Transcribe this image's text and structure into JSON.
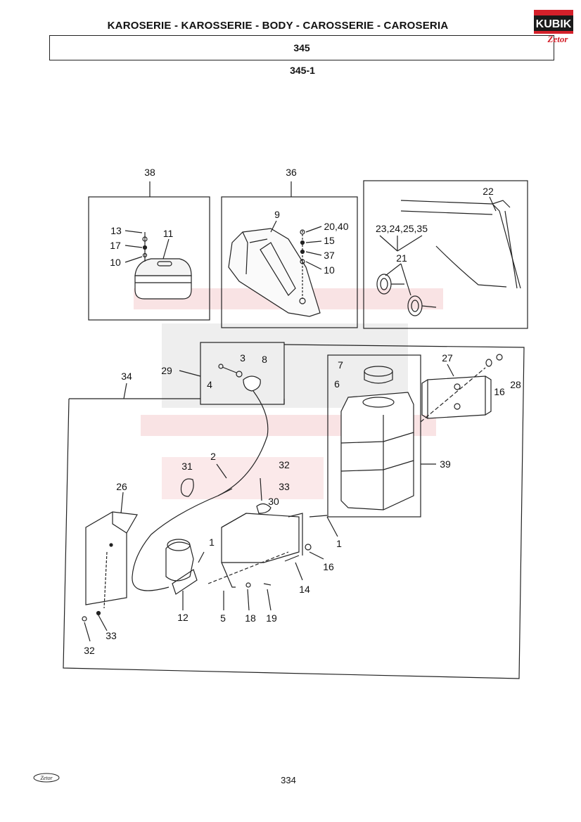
{
  "header": {
    "title": "KAROSERIE - KAROSSERIE - BODY - CAROSSERIE - CAROSERIA",
    "section": "345",
    "subsection": "345-1"
  },
  "logo": {
    "brand": "KUBIK",
    "sub": "Zetor",
    "colors": {
      "red": "#d4202a",
      "dark": "#1a1a1a"
    }
  },
  "footer": {
    "page_number": "334",
    "brand_mark": "Zetor"
  },
  "callouts": {
    "c38": "38",
    "c36": "36",
    "c13": "13",
    "c11": "11",
    "c17": "17",
    "c10a": "10",
    "c9": "9",
    "c2040": "20,40",
    "c15": "15",
    "c37": "37",
    "c10b": "10",
    "c22": "22",
    "c23": "23,24,25,35",
    "c21": "21",
    "c3": "3",
    "c8": "8",
    "c29": "29",
    "c4": "4",
    "c34": "34",
    "c7": "7",
    "c6": "6",
    "c27": "27",
    "c16a": "16",
    "c28": "28",
    "c2": "2",
    "c31": "31",
    "c32a": "32",
    "c33a": "33",
    "c26": "26",
    "c30": "30",
    "c39": "39",
    "c1a": "1",
    "c1b": "1",
    "c16b": "16",
    "c14": "14",
    "c12": "12",
    "c5": "5",
    "c18": "18",
    "c19": "19",
    "c33b": "33",
    "c32b": "32"
  }
}
